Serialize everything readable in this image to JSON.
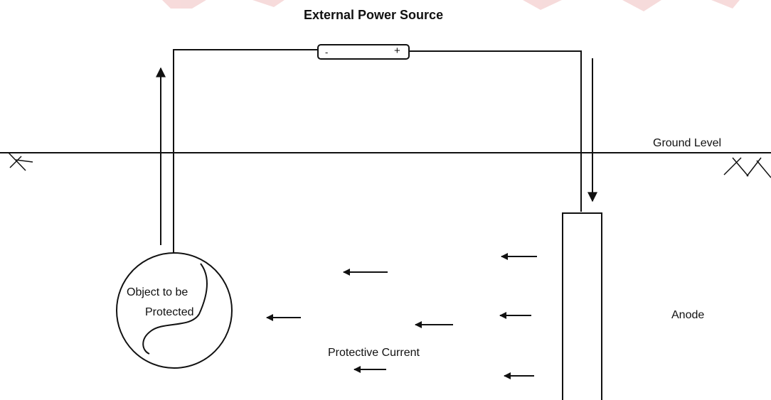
{
  "labels": {
    "title": "External Power Source",
    "ground_level": "Ground Level",
    "object_line1": "Object to be",
    "object_line2": "Protected",
    "anode": "Anode",
    "protective_current": "Protective Current",
    "negative_terminal": "-",
    "positive_terminal": "+"
  },
  "colors": {
    "line": "#111111",
    "watermark": "#f1c7c7"
  }
}
